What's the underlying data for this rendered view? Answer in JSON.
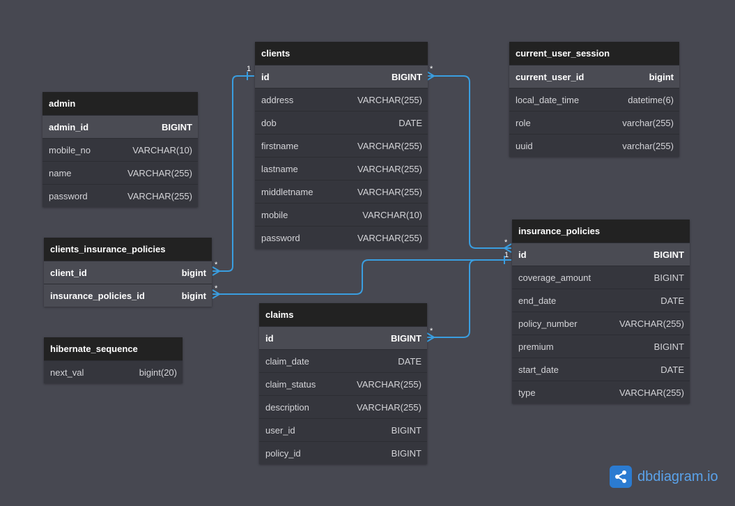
{
  "tables": {
    "admin": {
      "name": "admin",
      "columns": [
        {
          "name": "admin_id",
          "type": "BIGINT",
          "pk": true
        },
        {
          "name": "mobile_no",
          "type": "VARCHAR(10)"
        },
        {
          "name": "name",
          "type": "VARCHAR(255)"
        },
        {
          "name": "password",
          "type": "VARCHAR(255)"
        }
      ]
    },
    "clients": {
      "name": "clients",
      "columns": [
        {
          "name": "id",
          "type": "BIGINT",
          "pk": true
        },
        {
          "name": "address",
          "type": "VARCHAR(255)"
        },
        {
          "name": "dob",
          "type": "DATE"
        },
        {
          "name": "firstname",
          "type": "VARCHAR(255)"
        },
        {
          "name": "lastname",
          "type": "VARCHAR(255)"
        },
        {
          "name": "middletname",
          "type": "VARCHAR(255)"
        },
        {
          "name": "mobile",
          "type": "VARCHAR(10)"
        },
        {
          "name": "password",
          "type": "VARCHAR(255)"
        }
      ]
    },
    "current_user_session": {
      "name": "current_user_session",
      "columns": [
        {
          "name": "current_user_id",
          "type": "bigint",
          "pk": true
        },
        {
          "name": "local_date_time",
          "type": "datetime(6)"
        },
        {
          "name": "role",
          "type": "varchar(255)"
        },
        {
          "name": "uuid",
          "type": "varchar(255)"
        }
      ]
    },
    "clients_insurance_policies": {
      "name": "clients_insurance_policies",
      "columns": [
        {
          "name": "client_id",
          "type": "bigint",
          "pk": true
        },
        {
          "name": "insurance_policies_id",
          "type": "bigint",
          "pk": true
        }
      ]
    },
    "insurance_policies": {
      "name": "insurance_policies",
      "columns": [
        {
          "name": "id",
          "type": "BIGINT",
          "pk": true
        },
        {
          "name": "coverage_amount",
          "type": "BIGINT"
        },
        {
          "name": "end_date",
          "type": "DATE"
        },
        {
          "name": "policy_number",
          "type": "VARCHAR(255)"
        },
        {
          "name": "premium",
          "type": "BIGINT"
        },
        {
          "name": "start_date",
          "type": "DATE"
        },
        {
          "name": "type",
          "type": "VARCHAR(255)"
        }
      ]
    },
    "hibernate_sequence": {
      "name": "hibernate_sequence",
      "columns": [
        {
          "name": "next_val",
          "type": "bigint(20)"
        }
      ]
    },
    "claims": {
      "name": "claims",
      "columns": [
        {
          "name": "id",
          "type": "BIGINT",
          "pk": true
        },
        {
          "name": "claim_date",
          "type": "DATE"
        },
        {
          "name": "claim_status",
          "type": "VARCHAR(255)"
        },
        {
          "name": "description",
          "type": "VARCHAR(255)"
        },
        {
          "name": "user_id",
          "type": "BIGINT"
        },
        {
          "name": "policy_id",
          "type": "BIGINT"
        }
      ]
    }
  },
  "relationships": [
    {
      "from": "clients_insurance_policies.client_id",
      "to": "clients.id",
      "from_card": "*",
      "to_card": "1"
    },
    {
      "from": "clients.id",
      "to": "insurance_policies.id",
      "from_card": "*",
      "to_card": "*"
    },
    {
      "from": "clients_insurance_policies.insurance_policies_id",
      "to": "insurance_policies.id",
      "from_card": "*",
      "to_card": "1"
    },
    {
      "from": "claims.id",
      "to": "insurance_policies.id",
      "from_card": "*",
      "to_card": "1"
    }
  ],
  "brand": {
    "name": "dbdiagram",
    "suffix": ".io"
  },
  "colors": {
    "background": "#474851",
    "header": "#222222",
    "link": "#3a9ee0",
    "brand": "#2b7bd1"
  }
}
